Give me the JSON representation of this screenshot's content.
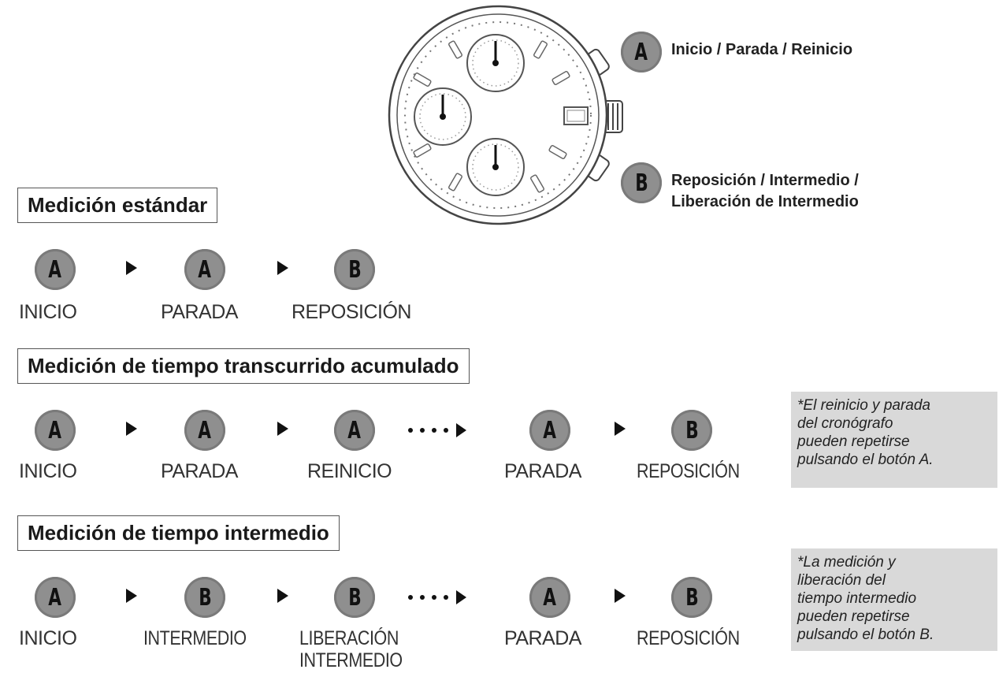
{
  "watch_legend": {
    "a": {
      "letter": "A",
      "text": "Inicio / Parada / Reinicio"
    },
    "b": {
      "letter": "B",
      "lines": [
        "Reposición / Intermedio /",
        "Liberación de Intermedio"
      ]
    }
  },
  "sections": [
    {
      "title": "Medición estándar",
      "steps": [
        {
          "button": "A",
          "label": "INICIO"
        },
        {
          "button": "A",
          "label": "PARADA"
        },
        {
          "button": "B",
          "label": "REPOSICIÓN"
        }
      ]
    },
    {
      "title": "Medición de tiempo transcurrido acumulado",
      "steps": [
        {
          "button": "A",
          "label": "INICIO"
        },
        {
          "button": "A",
          "label": "PARADA"
        },
        {
          "button": "A",
          "label": "REINICIO"
        },
        {
          "button": "A",
          "label": "PARADA"
        },
        {
          "button": "B",
          "label": "REPOSICIÓN"
        }
      ],
      "note_lines": [
        "*El reinicio y parada",
        "del cronógrafo",
        "pueden repetirse",
        "pulsando el botón A."
      ]
    },
    {
      "title": "Medición de tiempo intermedio",
      "steps": [
        {
          "button": "A",
          "label": "INICIO"
        },
        {
          "button": "B",
          "label": "INTERMEDIO"
        },
        {
          "button": "B",
          "label_lines": [
            "LIBERACIÓN",
            "INTERMEDIO"
          ]
        },
        {
          "button": "A",
          "label": "PARADA"
        },
        {
          "button": "B",
          "label": "REPOSICIÓN"
        }
      ],
      "note_lines": [
        "*La medición y",
        "liberación del",
        "tiempo intermedio",
        "pueden repetirse",
        "pulsando el botón B."
      ]
    }
  ],
  "colors": {
    "button_fill": "#8f8f8f",
    "note_bg": "#d9d9d9",
    "border": "#555555"
  }
}
